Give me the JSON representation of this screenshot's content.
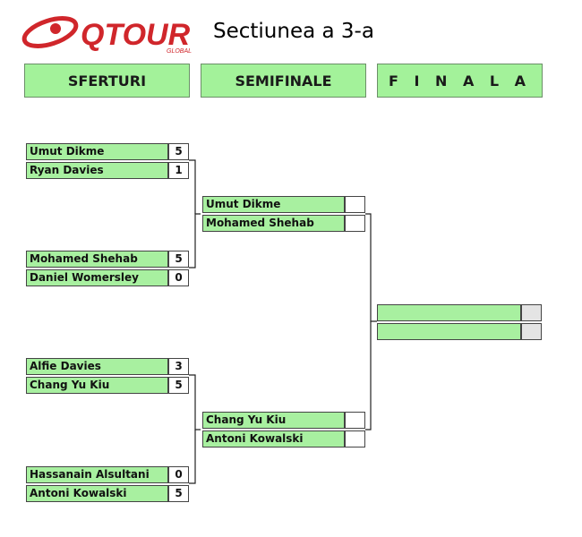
{
  "logo": {
    "brand": "QTOUR",
    "sub": "GLOBAL"
  },
  "title": "Sectiunea a 3-a",
  "rounds": [
    "SFERTURI",
    "SEMIFINALE",
    "F I N A L A"
  ],
  "quarterfinals": [
    {
      "p1": "Umut Dikme",
      "s1": "5",
      "p2": "Ryan Davies",
      "s2": "1"
    },
    {
      "p1": "Mohamed Shehab",
      "s1": "5",
      "p2": "Daniel Womersley",
      "s2": "0"
    },
    {
      "p1": "Alfie Davies",
      "s1": "3",
      "p2": "Chang Yu Kiu",
      "s2": "5"
    },
    {
      "p1": "Hassanain Alsultani",
      "s1": "0",
      "p2": "Antoni Kowalski",
      "s2": "5"
    }
  ],
  "semifinals": [
    {
      "p1": "Umut Dikme",
      "s1": "",
      "p2": "Mohamed Shehab",
      "s2": ""
    },
    {
      "p1": "Chang Yu Kiu",
      "s1": "",
      "p2": "Antoni Kowalski",
      "s2": ""
    }
  ],
  "final": {
    "p1": "",
    "s1": "",
    "p2": "",
    "s2": ""
  },
  "colors": {
    "box_green": "#a8f0a0",
    "header_green": "#a3f29a",
    "logo_red": "#d0262b"
  }
}
